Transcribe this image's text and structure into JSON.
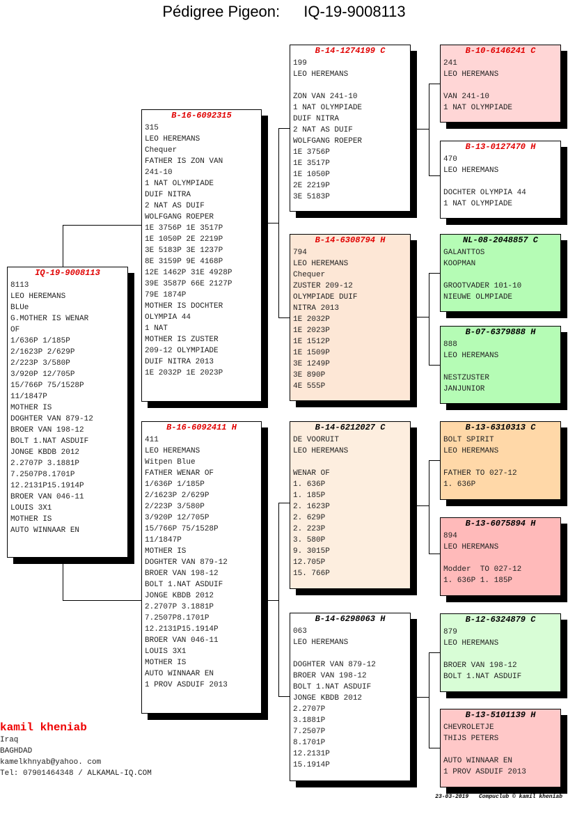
{
  "header": {
    "label": "Pédigree Pigeon:",
    "ring": "IQ-19-9008113"
  },
  "boxes": {
    "subject": {
      "ring": "IQ-19-9008113",
      "title_color": "#e00000",
      "bg": "#ffffff",
      "lines": [
        "8113",
        "LEO HEREMANS",
        "BLUe",
        "G.MOTHER IS WENAR",
        "OF",
        "1/636P 1/185P",
        "2/1623P 2/629P",
        "2/223P 3/580P",
        "3/920P 12/705P",
        "15/766P 75/1528P",
        "11/1847P",
        "MOTHER IS",
        "DOGHTER VAN 879-12",
        "BROER VAN 198-12",
        "BOLT 1.NAT ASDUIF",
        "JONGE KBDB 2012",
        "2.2707P 3.1881P",
        "7.2507P8.1701P",
        "12.2131P15.1914P",
        "BROER VAN 046-11",
        "LOUIS 3X1",
        "MOTHER IS",
        "AUTO WINNAAR EN"
      ]
    },
    "sire": {
      "ring": "B-16-6092315",
      "title_color": "#e00000",
      "bg": "#ffffff",
      "lines": [
        "315",
        "LEO HEREMANS",
        "Chequer",
        "FATHER IS ZON VAN",
        "241-10",
        "1 NAT OLYMPIADE",
        "DUIF NITRA",
        "2 NAT AS DUIF",
        "WOLFGANG ROEPER",
        "1E 3756P 1E 3517P",
        "1E 1050P 2E 2219P",
        "3E 5183P 3E 1237P",
        "8E 3159P 9E 4168P",
        "12E 1462P 31E 4928P",
        "39E 3587P 66E 2127P",
        "79E 1874P",
        "MOTHER IS DOCHTER",
        "OLYMPIA 44",
        "1 NAT",
        "MOTHER IS ZUSTER",
        "209-12 OLYMPIADE",
        "DUIF NITRA 2013",
        "1E 2032P 1E 2023P"
      ]
    },
    "dam": {
      "ring": "B-16-6092411 H",
      "title_color": "#e00000",
      "bg": "#ffffff",
      "lines": [
        "411",
        "LEO HEREMANS",
        "Witpen Blue",
        "FATHER WENAR OF",
        "1/636P 1/185P",
        "2/1623P 2/629P",
        "2/223P 3/580P",
        "3/920P 12/705P",
        "15/766P 75/1528P",
        "11/1847P",
        "MOTHER IS",
        "DOGHTER VAN 879-12",
        "BROER VAN 198-12",
        "BOLT 1.NAT ASDUIF",
        "JONGE KBDB 2012",
        "2.2707P 3.1881P",
        "7.2507P8.1701P",
        "12.2131P15.1914P",
        "BROER VAN 046-11",
        "LOUIS 3X1",
        "MOTHER IS",
        "AUTO WINNAAR EN",
        "1 PROV ASDUIF 2013"
      ]
    },
    "ss": {
      "ring": "B-14-1274199 C",
      "title_color": "#e00000",
      "bg": "#ffffff",
      "lines": [
        "199",
        "LEO HEREMANS",
        "",
        "ZON VAN 241-10",
        "1 NAT OLYMPIADE",
        "DUIF NITRA",
        "2 NAT AS DUIF",
        "WOLFGANG ROEPER",
        "1E 3756P",
        "1E 3517P",
        "1E 1050P",
        "2E 2219P",
        "3E 5183P"
      ]
    },
    "sd": {
      "ring": "B-14-6308794 H",
      "title_color": "#e00000",
      "bg": "#fde7d6",
      "lines": [
        "794",
        "LEO HEREMANS",
        "Chequer",
        "ZUSTER 209-12",
        "OLYMPIADE DUIF",
        "NITRA 2013",
        "1E 2032P",
        "1E 2023P",
        "1E 1512P",
        "1E 1509P",
        "3E 1249P",
        "3E 890P",
        "4E 555P"
      ]
    },
    "ds": {
      "ring": "B-14-6212027 C",
      "title_color": "#000000",
      "bg": "#fdeedf",
      "lines": [
        "DE VOORUIT",
        "LEO HEREMANS",
        "",
        "WENAR OF",
        "1. 636P",
        "1. 185P",
        "2. 1623P",
        "2. 629P",
        "2. 223P",
        "3. 580P",
        "9. 3015P",
        "12.705P",
        "15. 766P"
      ]
    },
    "dd": {
      "ring": "B-14-6298063 H",
      "title_color": "#000000",
      "bg": "#ffffff",
      "lines": [
        "063",
        "LEO HEREMANS",
        "",
        "DOGHTER VAN 879-12",
        "BROER VAN 198-12",
        "BOLT 1.NAT ASDUIF",
        "JONGE KBDB 2012",
        "2.2707P",
        "3.1881P",
        "7.2507P",
        "8.1701P",
        "12.2131P",
        "15.1914P"
      ]
    },
    "sss": {
      "ring": "B-10-6146241 C",
      "title_color": "#e00000",
      "bg": "#ffd6d6",
      "lines": [
        "241",
        "LEO HEREMANS",
        "",
        "VAN 241-10",
        "1 NAT OLYMPIADE"
      ]
    },
    "ssd": {
      "ring": "B-13-0127470 H",
      "title_color": "#e00000",
      "bg": "#ffffff",
      "lines": [
        "470",
        "LEO HEREMANS",
        "",
        "DOCHTER OLYMPIA 44",
        "1 NAT OLYMPIADE"
      ]
    },
    "sds": {
      "ring": "NL-08-2048857 C",
      "title_color": "#000000",
      "bg": "#b5fcb5",
      "lines": [
        "GALANTTOS",
        "KOOPMAN",
        "",
        "GROOTVADER 101-10",
        "NIEUWE OLMPIADE"
      ]
    },
    "sdd": {
      "ring": "B-07-6379888 H",
      "title_color": "#000000",
      "bg": "#b5fcb5",
      "lines": [
        "888",
        "LEO HEREMANS",
        "",
        "NESTZUSTER",
        "JANJUNIOR"
      ]
    },
    "dss": {
      "ring": "B-13-6310313 C",
      "title_color": "#000000",
      "bg": "#ffd8a8",
      "lines": [
        "BOLT SPIRIT",
        "LEO HEREMANS",
        "",
        "FATHER TO 027-12",
        "1. 636P"
      ]
    },
    "dsd": {
      "ring": "B-13-6075894 H",
      "title_color": "#000000",
      "bg": "#ffbaba",
      "lines": [
        "894",
        "LEO HEREMANS",
        "",
        "Modder  TO 027-12",
        "1. 636P 1. 185P"
      ]
    },
    "dds": {
      "ring": "B-12-6324879 C",
      "title_color": "#000000",
      "bg": "#d8fdd6",
      "lines": [
        "879",
        "LEO HEREMANS",
        "",
        "BROER VAN 198-12",
        "BOLT 1.NAT ASDUIF"
      ]
    },
    "ddd": {
      "ring": "B-13-5101139 H",
      "title_color": "#000000",
      "bg": "#ffc8c8",
      "lines": [
        "CHEVROLETJE",
        "THIJS PETERS",
        "",
        "AUTO WINNAAR EN",
        "1 PROV ASDUIF 2013"
      ]
    }
  },
  "footer": {
    "breeder": "kamil kheniab",
    "contact": [
      "Iraq",
      "BAGHDAD",
      "kamelkhnyab@yahoo. com",
      "Tel: 07901464348 / ALKAMAL-IQ.COM"
    ],
    "date": "23-03-2019",
    "copyright": "Compuclub © kamil kheniab"
  }
}
